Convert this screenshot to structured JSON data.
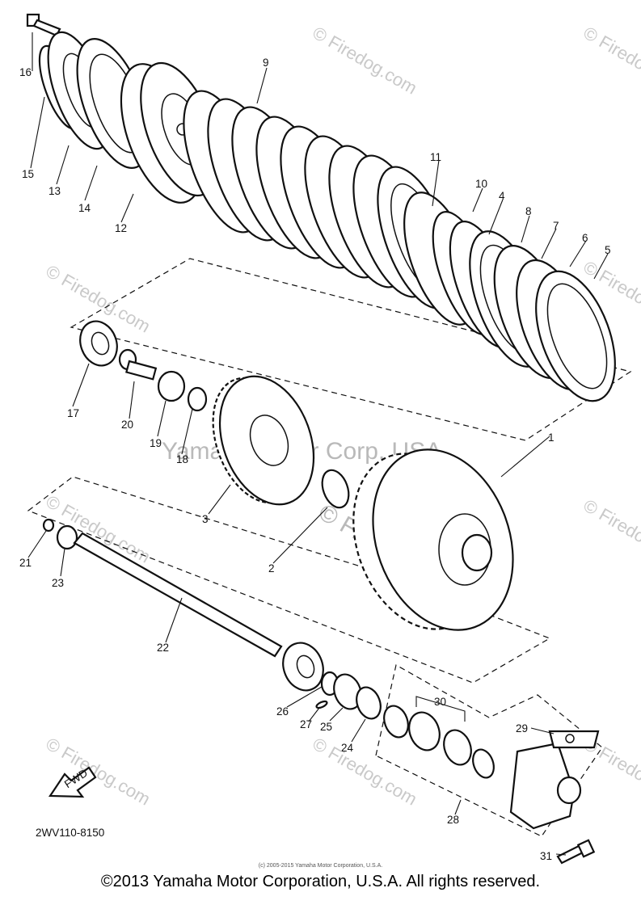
{
  "diagram_code": "2WV110-8150",
  "fwd_label": "FWD",
  "watermark": {
    "site": "© Firedog.com",
    "brand": "Yamaha Motor Corp, USA"
  },
  "small_copyright": "(c) 2005-2015 Yamaha Motor Corporation, U.S.A.",
  "footer_copyright": "©2013 Yamaha Motor Corporation, U.S.A. All rights reserved.",
  "callouts": [
    "1",
    "2",
    "3",
    "4",
    "5",
    "6",
    "7",
    "8",
    "9",
    "10",
    "11",
    "12",
    "13",
    "14",
    "15",
    "16",
    "17",
    "18",
    "19",
    "20",
    "21",
    "22",
    "23",
    "24",
    "25",
    "26",
    "27",
    "28",
    "29",
    "30",
    "31"
  ]
}
